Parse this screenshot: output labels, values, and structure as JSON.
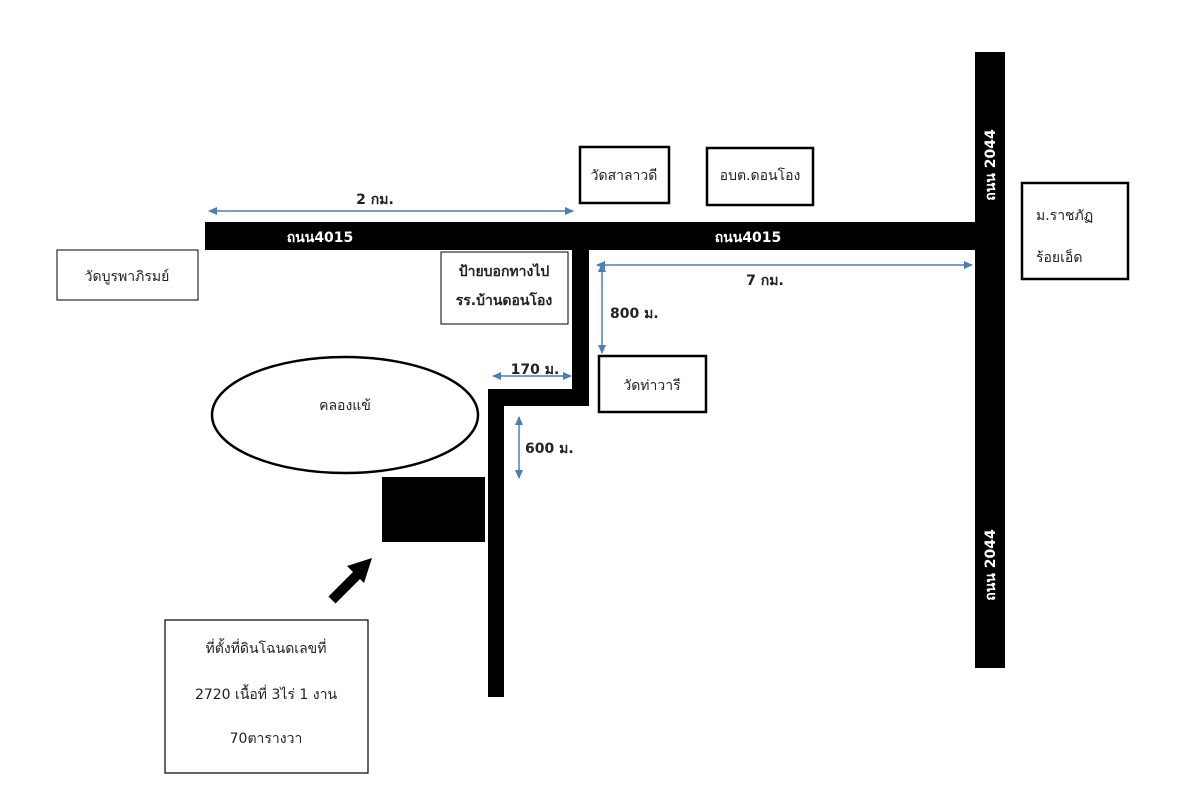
{
  "colors": {
    "road": "#000000",
    "arrow": "#4a7ebb",
    "box_border": "#000000"
  },
  "roads": {
    "road_4015_left": "ถนน4015",
    "road_4015_right": "ถนน4015",
    "road_2044_top": "ถนน 2044",
    "road_2044_bottom": "ถนน 2044"
  },
  "places": {
    "wat_burapha": "วัดบูรพาภิรมย์",
    "signpost_line1": "ป้ายบอกทางไป",
    "signpost_line2": "รร.บ้านดอนโอง",
    "wat_salawadi": "วัดสาลาวดี",
    "obt": "อบต.ดอนโอง",
    "university_line1": "ม.ราชภัฏ",
    "university_line2": "ร้อยเอ็ด",
    "wat_thawari": "วัดท่าวารี",
    "reservoir": "คลองแข้"
  },
  "distances": {
    "d2km": "2 กม.",
    "d7km": "7 กม.",
    "d800m": "800 ม.",
    "d170m": "170 ม.",
    "d600m": "600 ม."
  },
  "land_info": {
    "line1": "ที่ตั้งที่ดินโฉนดเลขที่",
    "line2": "2720 เนื้อที่ 3ไร่ 1 งาน",
    "line3": "70ตารางวา"
  }
}
